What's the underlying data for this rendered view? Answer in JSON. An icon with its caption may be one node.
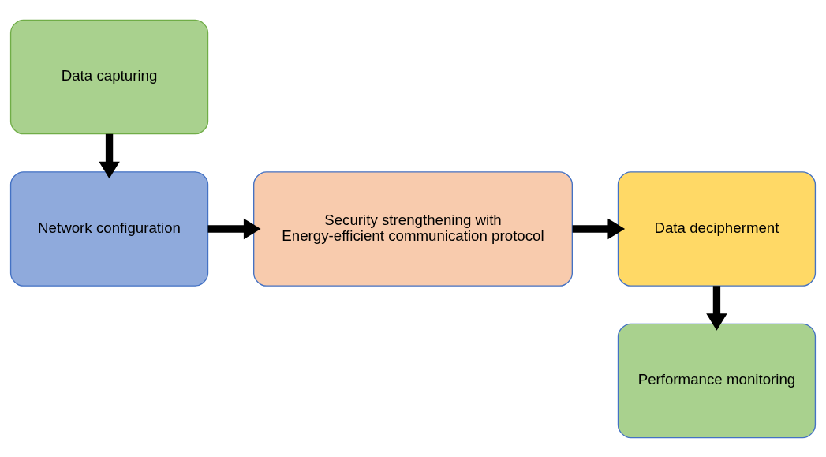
{
  "diagram": {
    "nodes": [
      {
        "text": [
          "Data capturing"
        ]
      },
      {
        "text": [
          "Network configuration"
        ]
      },
      {
        "text": [
          "Security strengthening with Energy-efficient communication protocol"
        ]
      },
      {
        "text": [
          "Data decipherment"
        ]
      },
      {
        "text": [
          "Performance monitoring"
        ]
      }
    ],
    "edges": [
      {
        "from": 0,
        "to": 1,
        "arrow": "to"
      },
      {
        "from": 1,
        "to": 2,
        "arrow": "to"
      },
      {
        "from": 2,
        "to": 3,
        "arrow": "to"
      },
      {
        "from": 3,
        "to": 4,
        "arrow": "to"
      }
    ]
  }
}
